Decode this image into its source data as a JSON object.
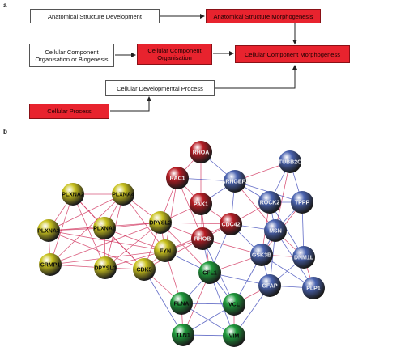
{
  "panel_a": {
    "letter": "a",
    "boxes": [
      {
        "id": "asd",
        "label": "Anatomical Structure Development",
        "style": "white"
      },
      {
        "id": "asm",
        "label": "Anatomical Structure Morphogenesis",
        "style": "red"
      },
      {
        "id": "ccob",
        "label": "Cellular Component\nOrganisation or Biogenesis",
        "style": "white"
      },
      {
        "id": "cco",
        "label": "Cellular Component\nOrganisation",
        "style": "red"
      },
      {
        "id": "ccm",
        "label": "Cellular Component Morphogeness",
        "style": "red"
      },
      {
        "id": "cdp",
        "label": "Cellular Developmental Process",
        "style": "white"
      },
      {
        "id": "cp",
        "label": "Cellular Process",
        "style": "red"
      }
    ]
  },
  "panel_b": {
    "letter": "b",
    "colors": {
      "red": "#b81c24",
      "blue": "#4a63b0",
      "yellow": "#c9c21e",
      "green": "#1e9a3a",
      "edge_red": "#d0305a",
      "edge_blue": "#3a46b8"
    },
    "nodes": [
      {
        "id": "RHOA",
        "label": "RHOA",
        "group": "red"
      },
      {
        "id": "RAC1",
        "label": "RAC1",
        "group": "red"
      },
      {
        "id": "PAK1",
        "label": "PAK1",
        "group": "red"
      },
      {
        "id": "CDC42",
        "label": "CDC42",
        "group": "red"
      },
      {
        "id": "RHOB",
        "label": "RHOB",
        "group": "red"
      },
      {
        "id": "TUBB2C",
        "label": "TUBB2C",
        "group": "blue"
      },
      {
        "id": "ARHGEF2",
        "label": "ARHGEF2",
        "group": "blue"
      },
      {
        "id": "ROCK2",
        "label": "ROCK2",
        "group": "blue"
      },
      {
        "id": "TPPP",
        "label": "TPPP",
        "group": "blue"
      },
      {
        "id": "MSN",
        "label": "MSN",
        "group": "blue"
      },
      {
        "id": "GSK3B",
        "label": "GSK3B",
        "group": "blue"
      },
      {
        "id": "DNM1L",
        "label": "DNM1L",
        "group": "blue"
      },
      {
        "id": "GFAP",
        "label": "GFAP",
        "group": "blue"
      },
      {
        "id": "PLP1",
        "label": "PLP1",
        "group": "blue"
      },
      {
        "id": "PLXNA2",
        "label": "PLXNA2",
        "group": "yellow"
      },
      {
        "id": "PLXNA4",
        "label": "PLXNA4",
        "group": "yellow"
      },
      {
        "id": "PLXNA3",
        "label": "PLXNA3",
        "group": "yellow"
      },
      {
        "id": "PLXNA1",
        "label": "PLXNA1",
        "group": "yellow"
      },
      {
        "id": "DPYSL2",
        "label": "DPYSL2",
        "group": "yellow"
      },
      {
        "id": "CRMP1",
        "label": "CRMP1",
        "group": "yellow"
      },
      {
        "id": "DPYSL3",
        "label": "DPYSL3",
        "group": "yellow"
      },
      {
        "id": "DPYSL5",
        "label": "CDK5",
        "group": "yellow"
      },
      {
        "id": "FYN",
        "label": "FYN",
        "group": "yellow"
      },
      {
        "id": "CFL1",
        "label": "CFL1",
        "group": "green"
      },
      {
        "id": "FLNA",
        "label": "FLNA",
        "group": "green"
      },
      {
        "id": "VCL",
        "label": "VCL",
        "group": "green"
      },
      {
        "id": "TLN1",
        "label": "TLN1",
        "group": "green"
      },
      {
        "id": "VIM",
        "label": "VIM",
        "group": "green"
      }
    ]
  }
}
